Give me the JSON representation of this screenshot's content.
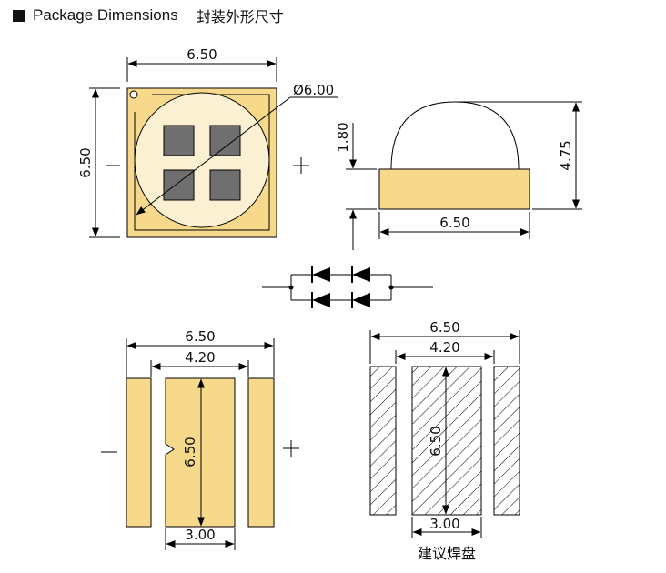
{
  "header": {
    "title_en": "Package Dimensions",
    "title_cn": "封装外形尺寸"
  },
  "top_view": {
    "width_label": "6.50",
    "height_label": "6.50",
    "lens_diameter_label": "Ø6.00",
    "minus_sign": "—",
    "plus_sign": "+"
  },
  "side_view": {
    "dome_height_label": "1.80",
    "total_height_label": "4.75",
    "width_label": "6.50"
  },
  "bottom_view": {
    "total_width_label": "6.50",
    "center_pad_width_label": "4.20",
    "pad_length_label": "6.50",
    "gap_label": "3.00",
    "minus_sign": "—",
    "plus_sign": "+"
  },
  "solder_pad": {
    "total_width_label": "6.50",
    "center_pad_width_label": "4.20",
    "pad_length_label": "6.50",
    "gap_label": "3.00",
    "caption": "建议焊盘"
  },
  "colors": {
    "pad_fill": "#f7d98b",
    "lens_fill": "#fbf1d2",
    "chip_fill": "#6f6f6f",
    "line": "#000000"
  }
}
